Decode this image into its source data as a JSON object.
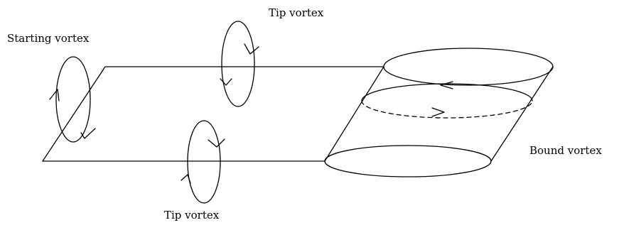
{
  "labels": {
    "starting_vortex": "Starting vortex",
    "tip_vortex_top": "Tip vortex",
    "tip_vortex_bottom": "Tip vortex",
    "bound_vortex": "Bound vortex"
  },
  "colors": {
    "stroke": "#000000",
    "background": "#ffffff"
  }
}
